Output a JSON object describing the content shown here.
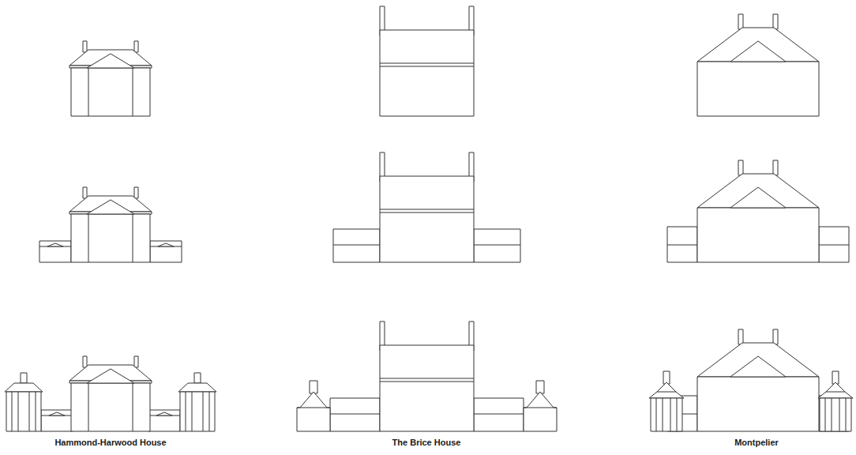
{
  "diagram": {
    "labels": [
      "Hammond-Harwood House",
      "The Brice House",
      "Montpelier"
    ]
  }
}
